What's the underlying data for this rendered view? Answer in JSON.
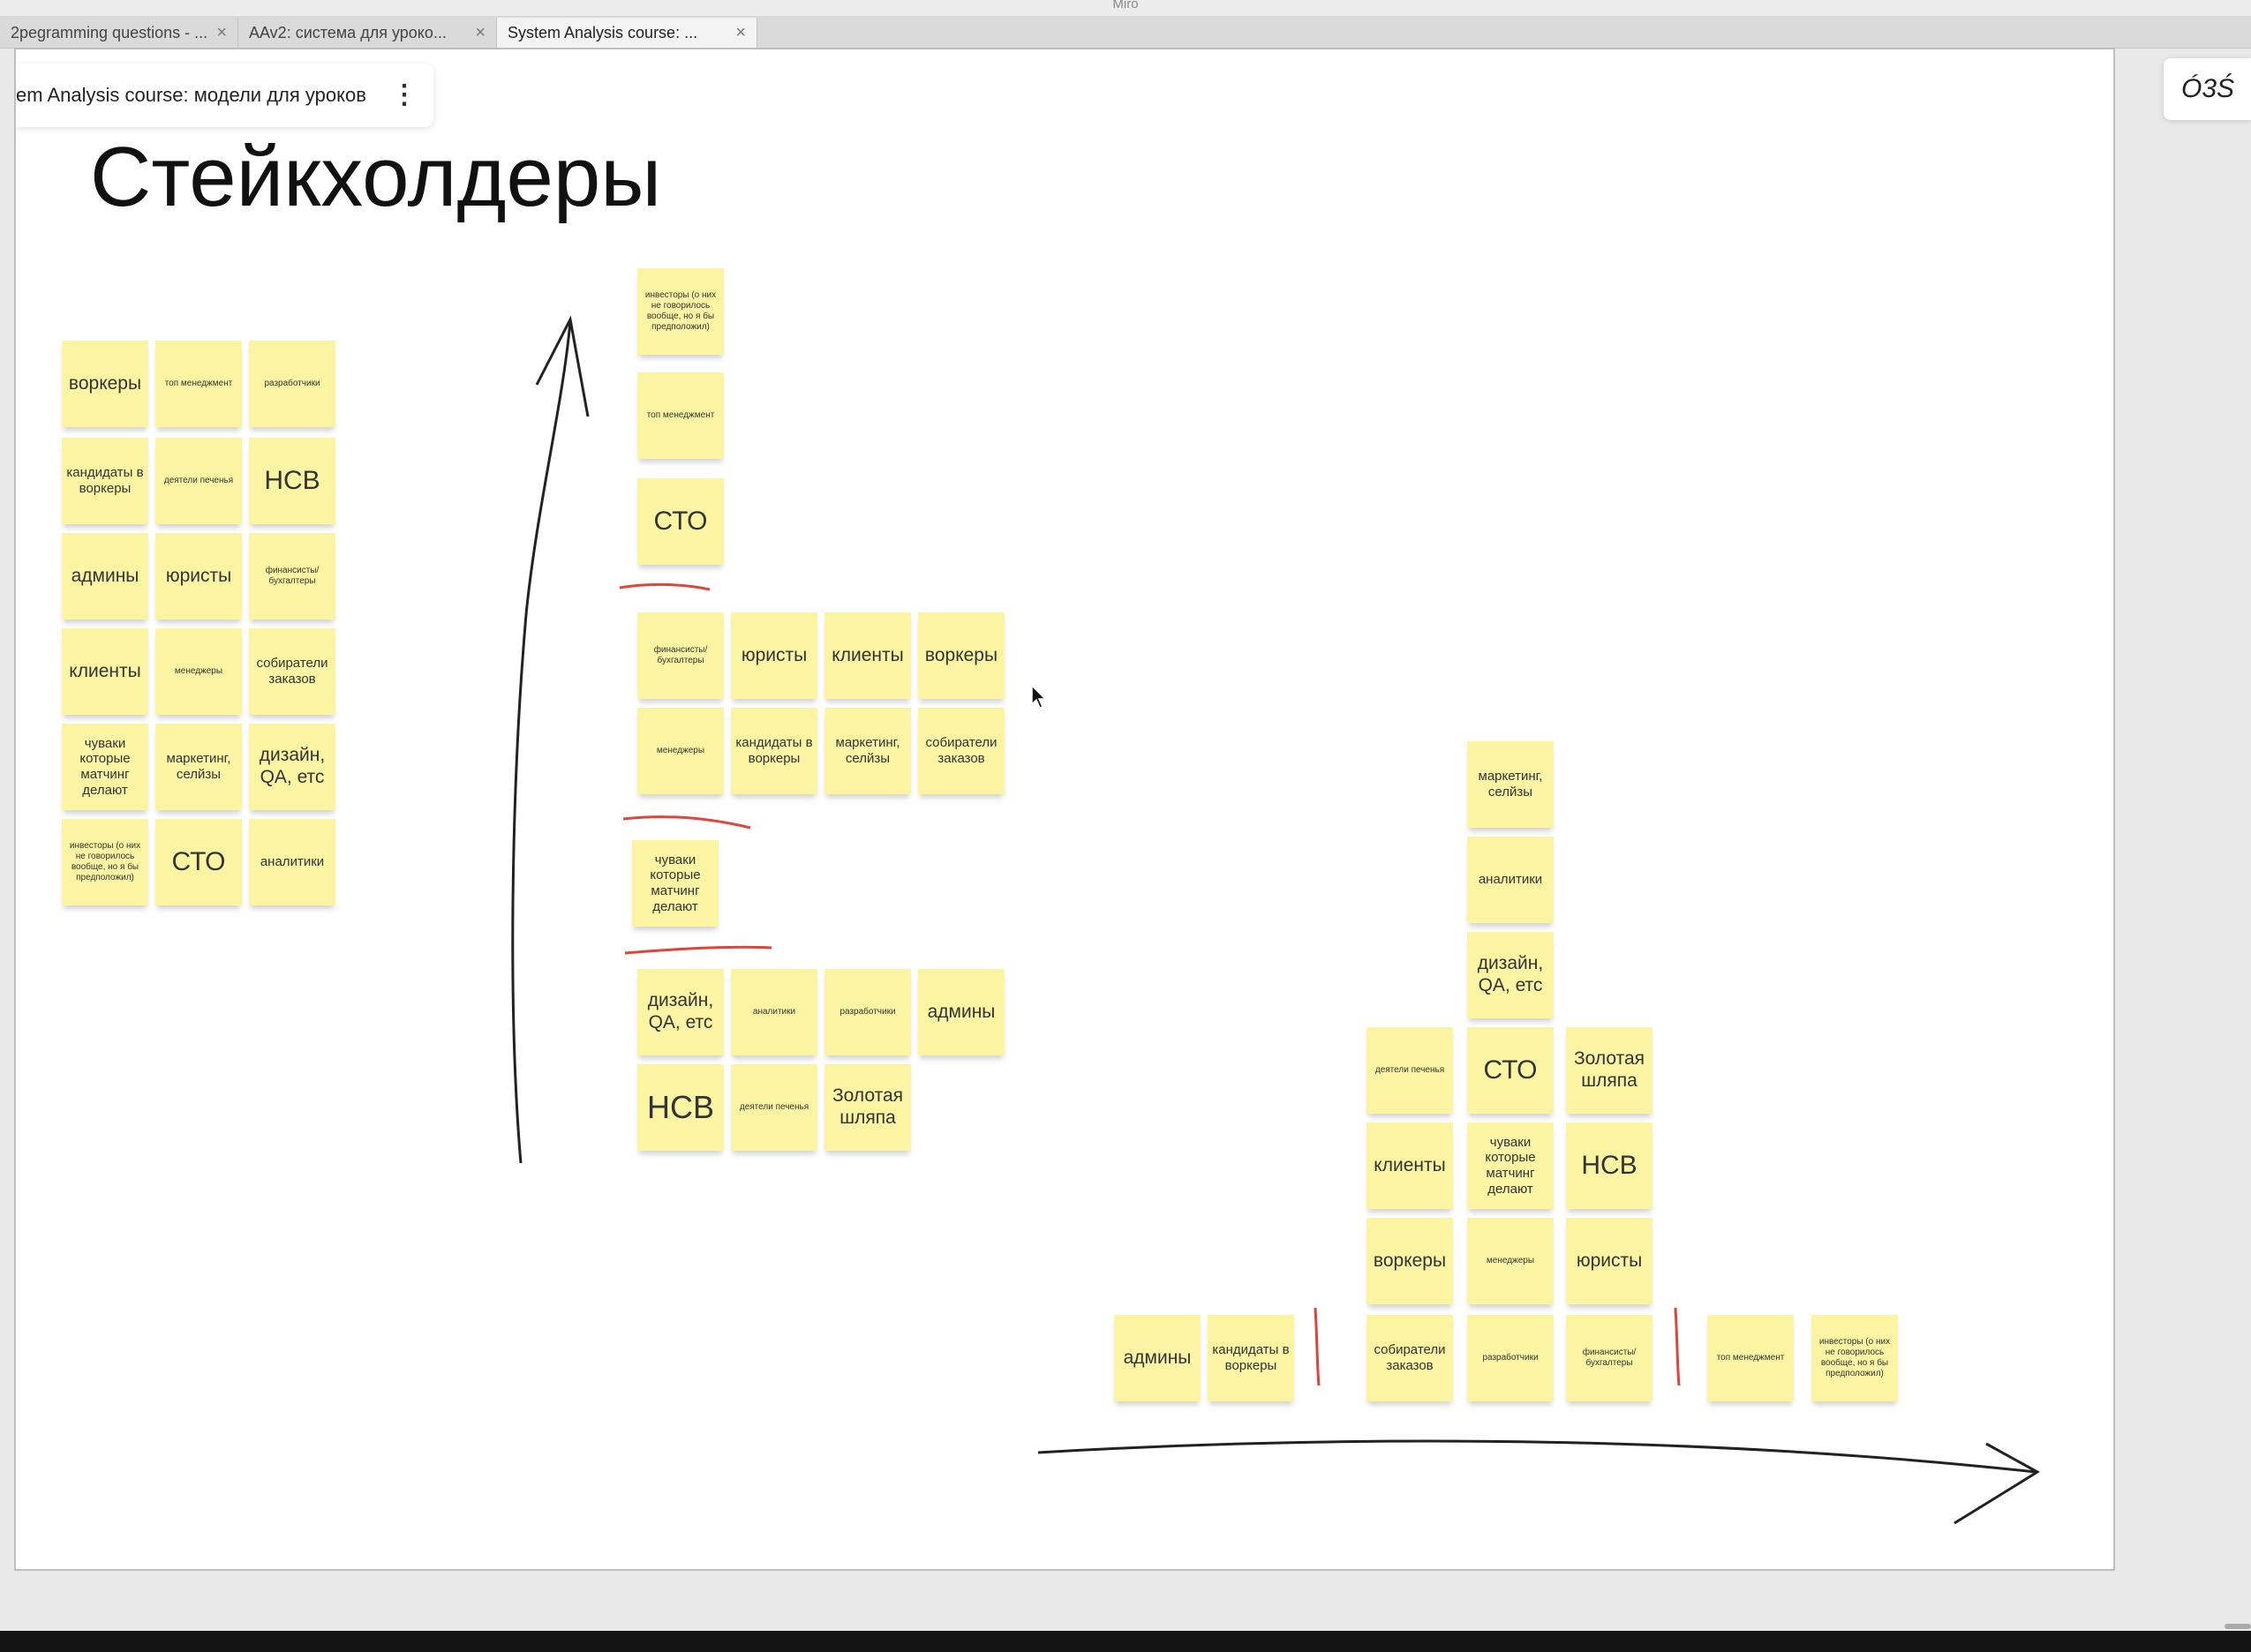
{
  "window": {
    "app_title": "Miro"
  },
  "tabs": [
    {
      "label": "2pegramming questions - ...",
      "close": "×"
    },
    {
      "label": "AAv2: система для уроко...",
      "close": "×"
    },
    {
      "label": "System Analysis course: ...",
      "close": "×"
    }
  ],
  "board": {
    "name": "em Analysis course: модели для уроков",
    "menu_icon": "kebab-menu-icon"
  },
  "frame": {
    "title": "Стейкхолдеры"
  },
  "right_panel": {
    "label": "Ó3Ś",
    "icon": "collaborators-icon"
  },
  "stickies": {
    "g1": [
      "воркеры",
      "топ менеджмент",
      "разработчики",
      "кандидаты в воркеры",
      "деятели печенья",
      "НСВ",
      "админы",
      "юристы",
      "финансисты/ бухгалтеры",
      "клиенты",
      "менеджеры",
      "собиратели заказов",
      "чуваки которые матчинг делают",
      "маркетинг, селйзы",
      "дизайн, QA, етс",
      "инвесторы (о них не говорилось вообще, но я бы предположил)",
      "СТО",
      "аналитики"
    ],
    "g2": [
      "инвесторы (о них не говорилось вообще, но я бы предположил)",
      "топ менеджмент",
      "СТО",
      "финансисты/ бухгалтеры",
      "юристы",
      "клиенты",
      "воркеры",
      "менеджеры",
      "кандидаты в воркеры",
      "маркетинг, селйзы",
      "собиратели заказов",
      "чуваки которые матчинг делают",
      "дизайн, QA, етс",
      "аналитики",
      "разработчики",
      "админы",
      "НСВ",
      "деятели печенья",
      "Золотая шляпа"
    ],
    "g3": [
      "маркетинг, селйзы",
      "аналитики",
      "дизайн, QA, етс",
      "деятели печенья",
      "СТО",
      "Золотая шляпа",
      "клиенты",
      "чуваки которые матчинг делают",
      "НСВ",
      "воркеры",
      "менеджеры",
      "юристы",
      "админы",
      "кандидаты в воркеры",
      "собиратели заказов",
      "разработчики",
      "финансисты/ бухгалтеры",
      "топ менеджмент",
      "инвесторы (о них не говорилось вообще, но я бы предположил)"
    ]
  },
  "colors": {
    "sticky": "#fbf4a3",
    "red_line": "#e0453c",
    "ink": "#222222"
  }
}
